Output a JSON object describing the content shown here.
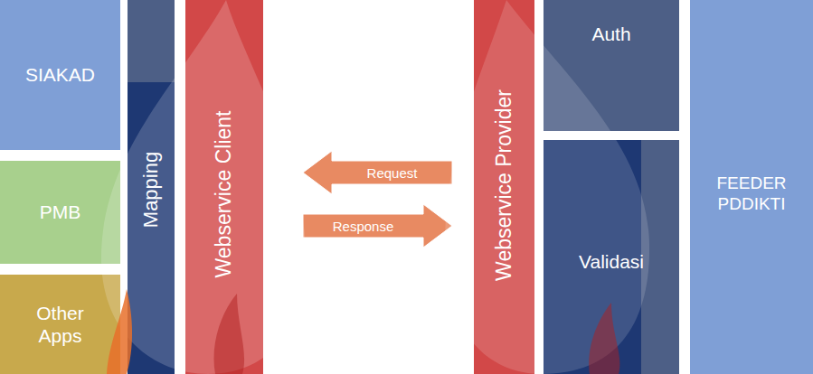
{
  "diagram": {
    "nodes": [
      {
        "text": [
          "SIAKAD"
        ]
      },
      {
        "text": [
          "PMB"
        ]
      },
      {
        "text": [
          "Other Apps"
        ]
      },
      {
        "text": [
          "Mapping"
        ]
      },
      {
        "text": [
          "Webservice Client"
        ]
      },
      {
        "text": [
          "Webservice Provider"
        ]
      },
      {
        "text": [
          "Auth"
        ]
      },
      {
        "text": [
          "Validasi"
        ]
      },
      {
        "text": [
          "FEEDER PDDIKTI"
        ]
      }
    ],
    "edges": [
      {
        "from": 5,
        "to": 4,
        "label": "Request",
        "arrow": "to"
      },
      {
        "from": 4,
        "to": 5,
        "label": "Response",
        "arrow": "to"
      }
    ]
  }
}
